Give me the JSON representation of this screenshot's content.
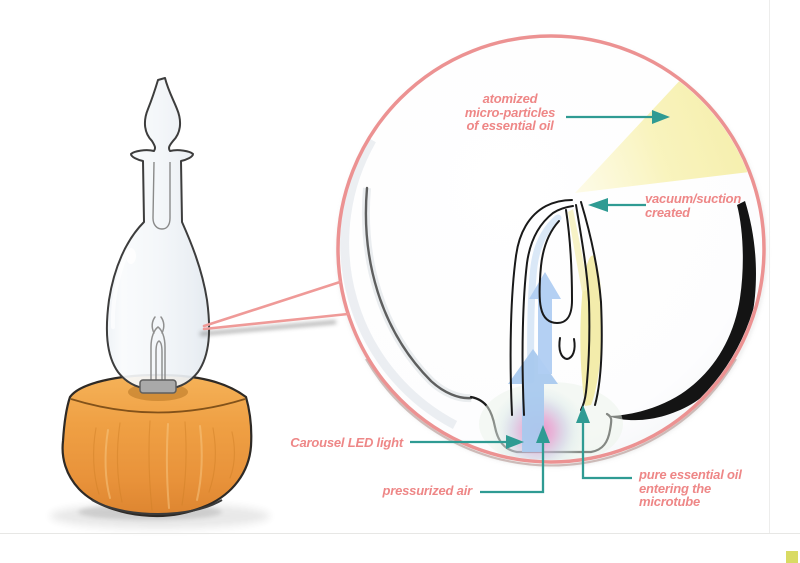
{
  "labels": {
    "atomized": [
      "atomized",
      "micro-particles",
      "of essential oil"
    ],
    "vacuum": [
      "vacuum/suction",
      "created"
    ],
    "carousel": "Carousel LED light",
    "pressurized": "pressurized air",
    "pure_oil": [
      "pure essential oil",
      "entering the",
      "microtube"
    ]
  },
  "colors": {
    "label_text": "#ee8787",
    "callout_circle_border": "#ec9292",
    "arrow_teal": "#2f9b93",
    "spray_yellow": "#f5edaa",
    "oil_yellow": "#f2eba6",
    "air_arrow_blue": "#a9c9ee",
    "wood_base": "#ec9a3e",
    "led_glow_pink": "#f08fc9",
    "corner_accent": "#d9db63"
  }
}
